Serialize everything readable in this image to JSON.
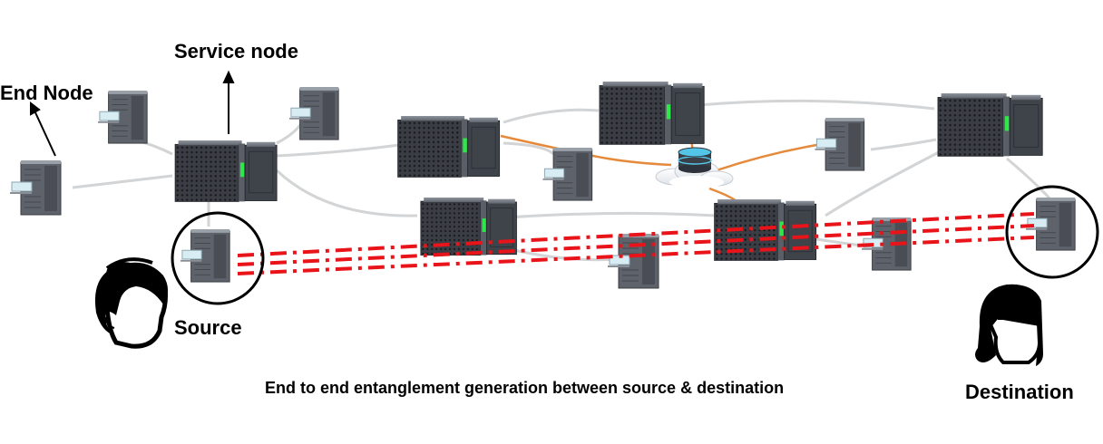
{
  "labels": {
    "service_node": "Service node",
    "end_node": "End Node",
    "source": "Source",
    "destination": "Destination",
    "caption": "End to end entanglement generation between source & destination"
  },
  "colors": {
    "entanglement": "#e8141a",
    "fiber_gray": "#d2d4d6",
    "fiber_orange": "#e5893a",
    "server_body": "#3d4047",
    "server_indicator": "#2ee84a"
  },
  "icons": [
    "service-node-server-icon",
    "end-node-server-icon",
    "cloud-database-icon",
    "person-source-icon",
    "person-destination-icon",
    "arrow-icon"
  ]
}
